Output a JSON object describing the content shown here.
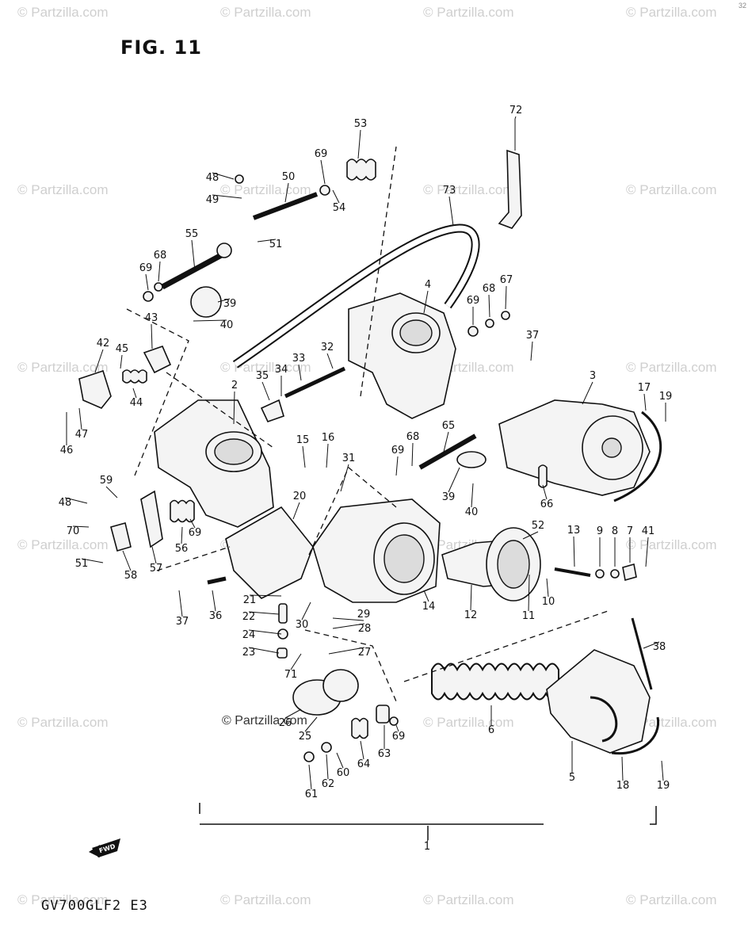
{
  "figure_title": "FIG. 11",
  "model_code": "GV700GLF2 E3",
  "watermark": "© Partzilla.com",
  "center_watermark": "© Partzilla.com",
  "corner_number": "32",
  "fwd_label": "FWD",
  "parts": [
    {
      "id": "72",
      "label": "72"
    },
    {
      "id": "53",
      "label": "53"
    },
    {
      "id": "69a",
      "label": "69"
    },
    {
      "id": "48a",
      "label": "48"
    },
    {
      "id": "50",
      "label": "50"
    },
    {
      "id": "49",
      "label": "49"
    },
    {
      "id": "54",
      "label": "54"
    },
    {
      "id": "73",
      "label": "73"
    },
    {
      "id": "51a",
      "label": "51"
    },
    {
      "id": "55",
      "label": "55"
    },
    {
      "id": "68a",
      "label": "68"
    },
    {
      "id": "69b",
      "label": "69"
    },
    {
      "id": "39a",
      "label": "39"
    },
    {
      "id": "40a",
      "label": "40"
    },
    {
      "id": "4",
      "label": "4"
    },
    {
      "id": "69c",
      "label": "69"
    },
    {
      "id": "68b",
      "label": "68"
    },
    {
      "id": "67",
      "label": "67"
    },
    {
      "id": "43",
      "label": "43"
    },
    {
      "id": "42",
      "label": "42"
    },
    {
      "id": "45",
      "label": "45"
    },
    {
      "id": "37a",
      "label": "37"
    },
    {
      "id": "32",
      "label": "32"
    },
    {
      "id": "33",
      "label": "33"
    },
    {
      "id": "34",
      "label": "34"
    },
    {
      "id": "35",
      "label": "35"
    },
    {
      "id": "2",
      "label": "2"
    },
    {
      "id": "3",
      "label": "3"
    },
    {
      "id": "17",
      "label": "17"
    },
    {
      "id": "19a",
      "label": "19"
    },
    {
      "id": "44",
      "label": "44"
    },
    {
      "id": "47",
      "label": "47"
    },
    {
      "id": "46",
      "label": "46"
    },
    {
      "id": "15",
      "label": "15"
    },
    {
      "id": "16",
      "label": "16"
    },
    {
      "id": "31",
      "label": "31"
    },
    {
      "id": "65",
      "label": "65"
    },
    {
      "id": "68c",
      "label": "68"
    },
    {
      "id": "69d",
      "label": "69"
    },
    {
      "id": "59",
      "label": "59"
    },
    {
      "id": "39b",
      "label": "39"
    },
    {
      "id": "40b",
      "label": "40"
    },
    {
      "id": "66",
      "label": "66"
    },
    {
      "id": "48b",
      "label": "48"
    },
    {
      "id": "20",
      "label": "20"
    },
    {
      "id": "52",
      "label": "52"
    },
    {
      "id": "13",
      "label": "13"
    },
    {
      "id": "9",
      "label": "9"
    },
    {
      "id": "8",
      "label": "8"
    },
    {
      "id": "7",
      "label": "7"
    },
    {
      "id": "41",
      "label": "41"
    },
    {
      "id": "70",
      "label": "70"
    },
    {
      "id": "69e",
      "label": "69"
    },
    {
      "id": "56",
      "label": "56"
    },
    {
      "id": "51b",
      "label": "51"
    },
    {
      "id": "58",
      "label": "58"
    },
    {
      "id": "57",
      "label": "57"
    },
    {
      "id": "21",
      "label": "21"
    },
    {
      "id": "36",
      "label": "36"
    },
    {
      "id": "14",
      "label": "14"
    },
    {
      "id": "12",
      "label": "12"
    },
    {
      "id": "11",
      "label": "11"
    },
    {
      "id": "10",
      "label": "10"
    },
    {
      "id": "37b",
      "label": "37"
    },
    {
      "id": "22",
      "label": "22"
    },
    {
      "id": "30",
      "label": "30"
    },
    {
      "id": "29",
      "label": "29"
    },
    {
      "id": "28",
      "label": "28"
    },
    {
      "id": "24",
      "label": "24"
    },
    {
      "id": "38",
      "label": "38"
    },
    {
      "id": "23",
      "label": "23"
    },
    {
      "id": "27",
      "label": "27"
    },
    {
      "id": "71",
      "label": "71"
    },
    {
      "id": "6",
      "label": "6"
    },
    {
      "id": "26",
      "label": "26"
    },
    {
      "id": "25",
      "label": "25"
    },
    {
      "id": "69f",
      "label": "69"
    },
    {
      "id": "60",
      "label": "60"
    },
    {
      "id": "63",
      "label": "63"
    },
    {
      "id": "64",
      "label": "64"
    },
    {
      "id": "62",
      "label": "62"
    },
    {
      "id": "61",
      "label": "61"
    },
    {
      "id": "5",
      "label": "5"
    },
    {
      "id": "18",
      "label": "18"
    },
    {
      "id": "19b",
      "label": "19"
    },
    {
      "id": "1",
      "label": "1"
    }
  ]
}
